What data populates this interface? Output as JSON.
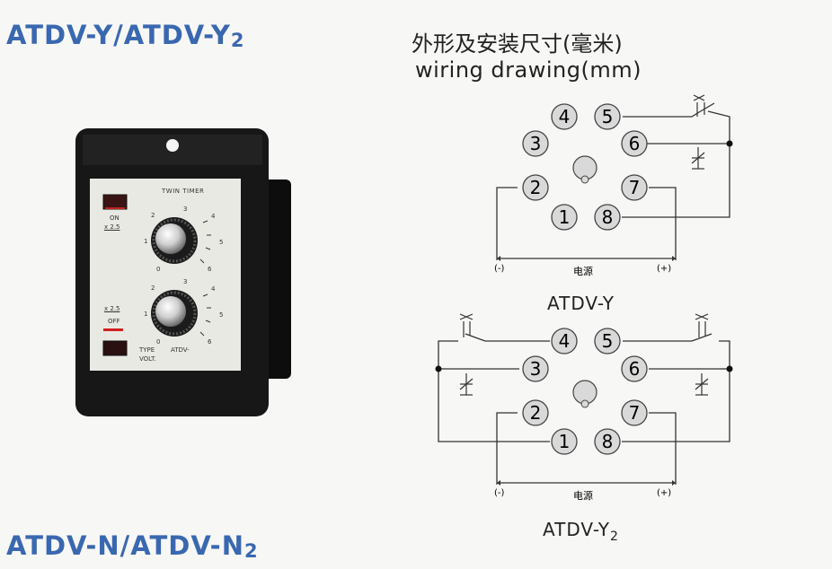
{
  "page": {
    "title_top": "ATDV-Y/ATDV-Y",
    "title_top_sub": "2",
    "title_bottom": "ATDV-N/ATDV-N",
    "title_bottom_sub": "2",
    "heading_cn": "外形及安装尺寸(毫米)",
    "heading_en": "wiring drawing(mm)"
  },
  "device": {
    "top_label": "TWIN TIMER",
    "on_label": "ON",
    "on_range": "x 2.5",
    "off_range": "x 2.5",
    "off_label": "OFF",
    "type_label": "TYPE",
    "type_value": "ATDV-",
    "volt_label": "VOLT.",
    "dial_upper_ticks": [
      "2",
      "3",
      "4",
      "5",
      "6",
      "0",
      "1"
    ],
    "dial_lower_ticks": [
      "2",
      "3",
      "4",
      "5",
      "6",
      "0",
      "1"
    ]
  },
  "diagram_y": {
    "pins": [
      "1",
      "2",
      "3",
      "4",
      "5",
      "6",
      "7",
      "8"
    ],
    "power_label": "电源",
    "minus_label": "(-)",
    "plus_label": "(+)",
    "caption": "ATDV-Y"
  },
  "diagram_y2": {
    "pins": [
      "1",
      "2",
      "3",
      "4",
      "5",
      "6",
      "7",
      "8"
    ],
    "power_label": "电源",
    "minus_label": "(-)",
    "plus_label": "(+)",
    "caption": "ATDV-Y",
    "caption_sub": "2"
  },
  "colors": {
    "title_blue": "#3a68b0",
    "pin_fill": "#d9d9d9",
    "housing": "#1a1a1a",
    "faceplate": "#e9e9e4"
  }
}
